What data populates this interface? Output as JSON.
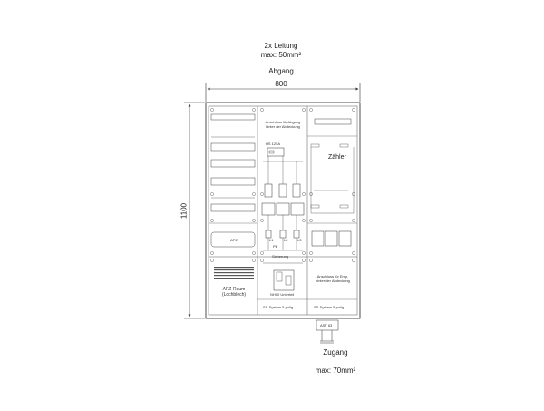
{
  "header": {
    "cable_line1": "2x Leitung",
    "cable_line2": "max: 50mm²",
    "outgoing": "Abgang"
  },
  "dimensions": {
    "width": "800",
    "height": "1100"
  },
  "cabinet": {
    "note_outgoing_1": "Anschluss für Abgang",
    "note_outgoing_2": "hinter der Abdeckung",
    "breaker": "HS 125A",
    "meter": "Zähler",
    "apz": "APZ",
    "phases": [
      "L1",
      "L2",
      "L3"
    ],
    "pe": "PE",
    "fuse": "Sicherung",
    "apz_room_1": "APZ-Raum",
    "apz_room_2": "(Lochblech)",
    "nh00": "NH00 Unterteil",
    "busbar_left": "SS-System 5-polig",
    "note_supply_1": "Anschluss für Emp.",
    "note_supply_2": "hinter der Abdeckung",
    "busbar_right": "SS-System 5-polig",
    "ast": "AST 63"
  },
  "footer": {
    "incoming": "Zugang",
    "cable_max": "max: 70mm²"
  }
}
